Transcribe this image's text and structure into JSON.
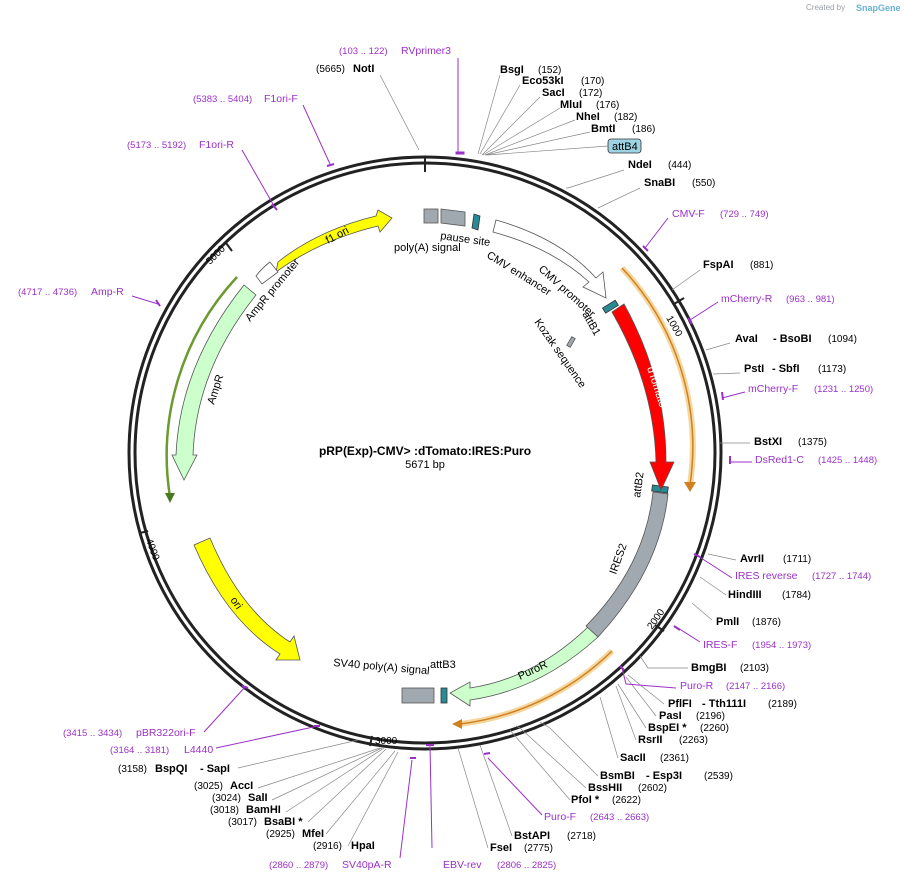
{
  "credit": {
    "prefix": "Created by",
    "brand": "SnapGene"
  },
  "plasmid": {
    "name": "pRP(Exp)-CMV> :dTomato:IRES:Puro",
    "length": "5671 bp"
  },
  "scale_ticks": [
    "1000",
    "2000",
    "3000",
    "4000",
    "5000"
  ],
  "features": [
    {
      "label": "f1 ori",
      "color": "#ffff00"
    },
    {
      "label": "AmpR promoter",
      "color": "#ffffff"
    },
    {
      "label": "AmpR",
      "color": "#ccffcc"
    },
    {
      "label": "ori",
      "color": "#ffff00"
    },
    {
      "label": "SV40 poly(A) signal",
      "color": "#a0a8b0"
    },
    {
      "label": "attB3",
      "color": "#2a8a94"
    },
    {
      "label": "PuroR",
      "color": "#ccffcc"
    },
    {
      "label": "IRES2",
      "color": "#a0a8b0"
    },
    {
      "label": "attB2",
      "color": "#2a8a94"
    },
    {
      "label": "dTomato",
      "color": "#ff0000"
    },
    {
      "label": "attB1",
      "color": "#2a8a94"
    },
    {
      "label": "Kozak sequence",
      "color": "#a0a8b0"
    },
    {
      "label": "CMV promoter",
      "color": "#ffffff"
    },
    {
      "label": "CMV enhancer",
      "color": "#ffffff"
    },
    {
      "label": "pause site",
      "color": "#a0a8b0"
    },
    {
      "label": "poly(A) signal",
      "color": "#a0a8b0"
    },
    {
      "label": "attB4",
      "color": "#9ed3e3"
    }
  ],
  "orf_colors": {
    "orf": "#f0b040"
  },
  "sites": [
    {
      "name": "NotI",
      "pos": "(5665)"
    },
    {
      "name": "BsgI",
      "pos": "(152)"
    },
    {
      "name": "Eco53kI",
      "pos": "(170)"
    },
    {
      "name": "SacI",
      "pos": "(172)"
    },
    {
      "name": "MluI",
      "pos": "(176)"
    },
    {
      "name": "NheI",
      "pos": "(182)"
    },
    {
      "name": "BmtI",
      "pos": "(186)"
    },
    {
      "name": "NdeI",
      "pos": "(444)"
    },
    {
      "name": "SnaBI",
      "pos": "(550)"
    },
    {
      "name": "FspAI",
      "pos": "(881)"
    },
    {
      "name": "AvaI",
      "pos": ""
    },
    {
      "name": "- BsoBI",
      "pos": "(1094)"
    },
    {
      "name": "PstI",
      "pos": ""
    },
    {
      "name": "- SbfI",
      "pos": "(1173)"
    },
    {
      "name": "BstXI",
      "pos": "(1375)"
    },
    {
      "name": "AvrII",
      "pos": "(1711)"
    },
    {
      "name": "HindIII",
      "pos": "(1784)"
    },
    {
      "name": "PmlI",
      "pos": "(1876)"
    },
    {
      "name": "BmgBI",
      "pos": "(2103)"
    },
    {
      "name": "PflFI",
      "pos": ""
    },
    {
      "name": "- Tth111I",
      "pos": "(2189)"
    },
    {
      "name": "PasI",
      "pos": "(2196)"
    },
    {
      "name": "BspEI *",
      "pos": "(2260)"
    },
    {
      "name": "RsrII",
      "pos": "(2263)"
    },
    {
      "name": "SacII",
      "pos": "(2361)"
    },
    {
      "name": "BsmBI",
      "pos": ""
    },
    {
      "name": "- Esp3I",
      "pos": "(2539)"
    },
    {
      "name": "BssHII",
      "pos": "(2602)"
    },
    {
      "name": "PfoI *",
      "pos": "(2622)"
    },
    {
      "name": "BstAPI",
      "pos": "(2718)"
    },
    {
      "name": "FseI",
      "pos": "(2775)"
    },
    {
      "name": "HpaI",
      "pos": "(2916)"
    },
    {
      "name": "MfeI",
      "pos": "(2925)"
    },
    {
      "name": "BsaBI *",
      "pos": "(3017)"
    },
    {
      "name": "BamHI",
      "pos": "(3018)"
    },
    {
      "name": "SalI",
      "pos": "(3024)"
    },
    {
      "name": "AccI",
      "pos": "(3025)"
    },
    {
      "name": "BspQI",
      "pos": "(3158)"
    },
    {
      "name": "- SapI",
      "pos": ""
    }
  ],
  "primers": [
    {
      "name": "RVprimer3",
      "range": "(103 .. 122)"
    },
    {
      "name": "F1ori-F",
      "range": "(5383 .. 5404)"
    },
    {
      "name": "F1ori-R",
      "range": "(5173 .. 5192)"
    },
    {
      "name": "Amp-R",
      "range": "(4717 .. 4736)"
    },
    {
      "name": "CMV-F",
      "range": "(729 .. 749)"
    },
    {
      "name": "mCherry-R",
      "range": "(963 .. 981)"
    },
    {
      "name": "mCherry-F",
      "range": "(1231 .. 1250)"
    },
    {
      "name": "DsRed1-C",
      "range": "(1425 .. 1448)"
    },
    {
      "name": "IRES reverse",
      "range": "(1727 .. 1744)"
    },
    {
      "name": "IRES-F",
      "range": "(1954 .. 1973)"
    },
    {
      "name": "Puro-R",
      "range": "(2147 .. 2166)"
    },
    {
      "name": "Puro-F",
      "range": "(2643 .. 2663)"
    },
    {
      "name": "EBV-rev",
      "range": "(2806 .. 2825)"
    },
    {
      "name": "SV40pA-R",
      "range": "(2860 .. 2879)"
    },
    {
      "name": "pBR322ori-F",
      "range": "(3415 .. 3434)"
    },
    {
      "name": "L4440",
      "range": "(3164 .. 3181)"
    }
  ]
}
